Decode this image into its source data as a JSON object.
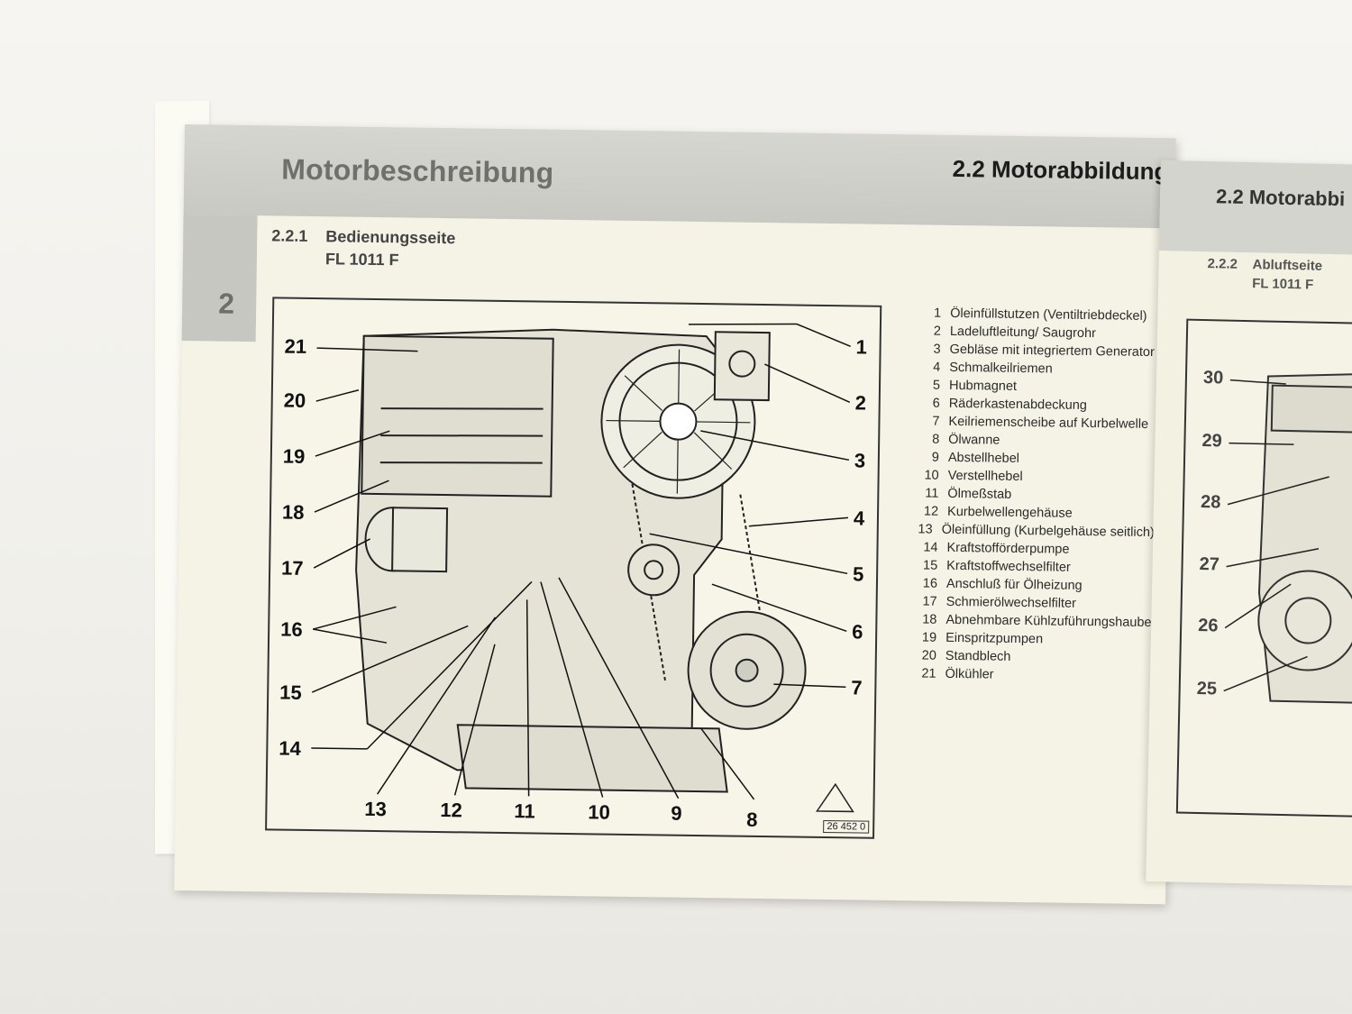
{
  "left_page": {
    "chapter_title": "Motorbeschreibung",
    "section_title": "2.2 Motorabbildung",
    "chapter_tab": "2",
    "subsection_number": "2.2.1",
    "subsection_title": "Bedienungsseite",
    "model": "FL 1011 F",
    "figure_id": "26 452 0",
    "callouts": [
      "1",
      "2",
      "3",
      "4",
      "5",
      "6",
      "7",
      "8",
      "9",
      "10",
      "11",
      "12",
      "13",
      "14",
      "15",
      "16",
      "17",
      "18",
      "19",
      "20",
      "21"
    ],
    "legend": [
      {
        "num": "1",
        "text": "Öleinfüllstutzen (Ventiltriebdeckel)"
      },
      {
        "num": "2",
        "text": "Ladeluftleitung/ Saugrohr"
      },
      {
        "num": "3",
        "text": "Gebläse mit integriertem Generator"
      },
      {
        "num": "4",
        "text": "Schmalkeilriemen"
      },
      {
        "num": "5",
        "text": "Hubmagnet"
      },
      {
        "num": "6",
        "text": "Räderkastenabdeckung"
      },
      {
        "num": "7",
        "text": "Keilriemenscheibe auf Kurbelwelle"
      },
      {
        "num": "8",
        "text": "Ölwanne"
      },
      {
        "num": "9",
        "text": "Abstellhebel"
      },
      {
        "num": "10",
        "text": "Verstellhebel"
      },
      {
        "num": "11",
        "text": "Ölmeßstab"
      },
      {
        "num": "12",
        "text": "Kurbelwellengehäuse"
      },
      {
        "num": "13",
        "text": "Öleinfüllung (Kurbelgehäuse seitlich)"
      },
      {
        "num": "14",
        "text": "Kraftstofförderpumpe"
      },
      {
        "num": "15",
        "text": "Kraftstoffwechselfilter"
      },
      {
        "num": "16",
        "text": "Anschluß für Ölheizung"
      },
      {
        "num": "17",
        "text": "Schmierölwechselfilter"
      },
      {
        "num": "18",
        "text": "Abnehmbare Kühlzuführungshaube"
      },
      {
        "num": "19",
        "text": "Einspritzpumpen"
      },
      {
        "num": "20",
        "text": "Standblech"
      },
      {
        "num": "21",
        "text": "Ölkühler"
      }
    ]
  },
  "right_page": {
    "section_title": "2.2 Motorabbi",
    "subsection_number": "2.2.2",
    "subsection_title": "Abluftseite",
    "model": "FL 1011 F",
    "callouts": [
      "30",
      "29",
      "28",
      "27",
      "26",
      "25"
    ]
  }
}
